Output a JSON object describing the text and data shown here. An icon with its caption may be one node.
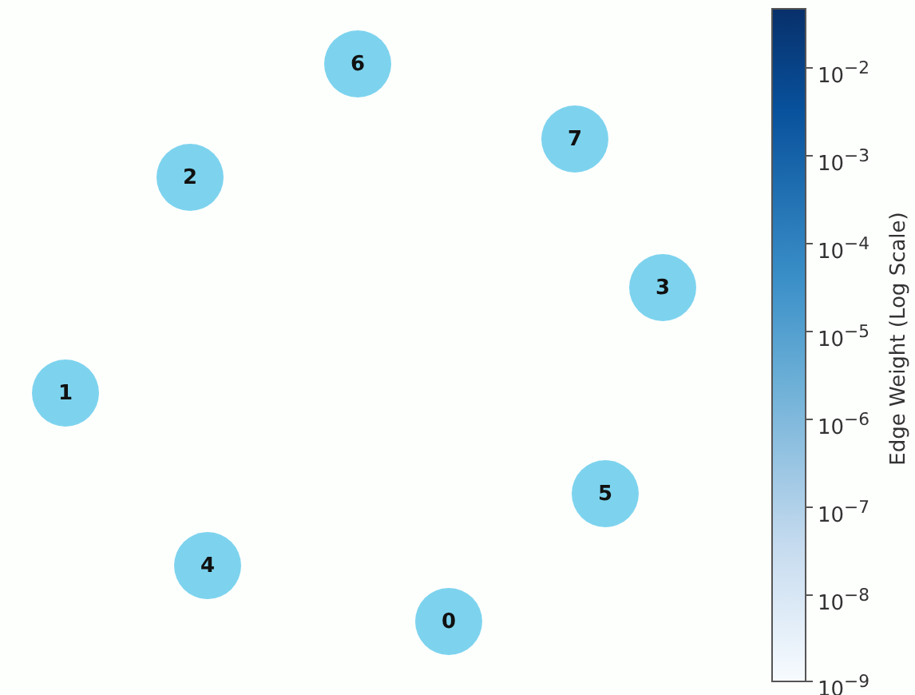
{
  "diagram": {
    "nodes": [
      {
        "text": [
          "6"
        ]
      },
      {
        "text": [
          "7"
        ]
      },
      {
        "text": [
          "2"
        ]
      },
      {
        "text": [
          "3"
        ]
      },
      {
        "text": [
          "1"
        ]
      },
      {
        "text": [
          "5"
        ]
      },
      {
        "text": [
          "4"
        ]
      },
      {
        "text": [
          "0"
        ]
      }
    ],
    "labels": [
      "10$^{−2}$",
      "10$^{−3}$",
      "10$^{−4}$",
      "10$^{−5}$",
      "10$^{−6}$",
      "10$^{−7}$",
      "10$^{−8}$",
      "10$^{−9}$",
      "Edge Weight (Log Scale)"
    ]
  }
}
